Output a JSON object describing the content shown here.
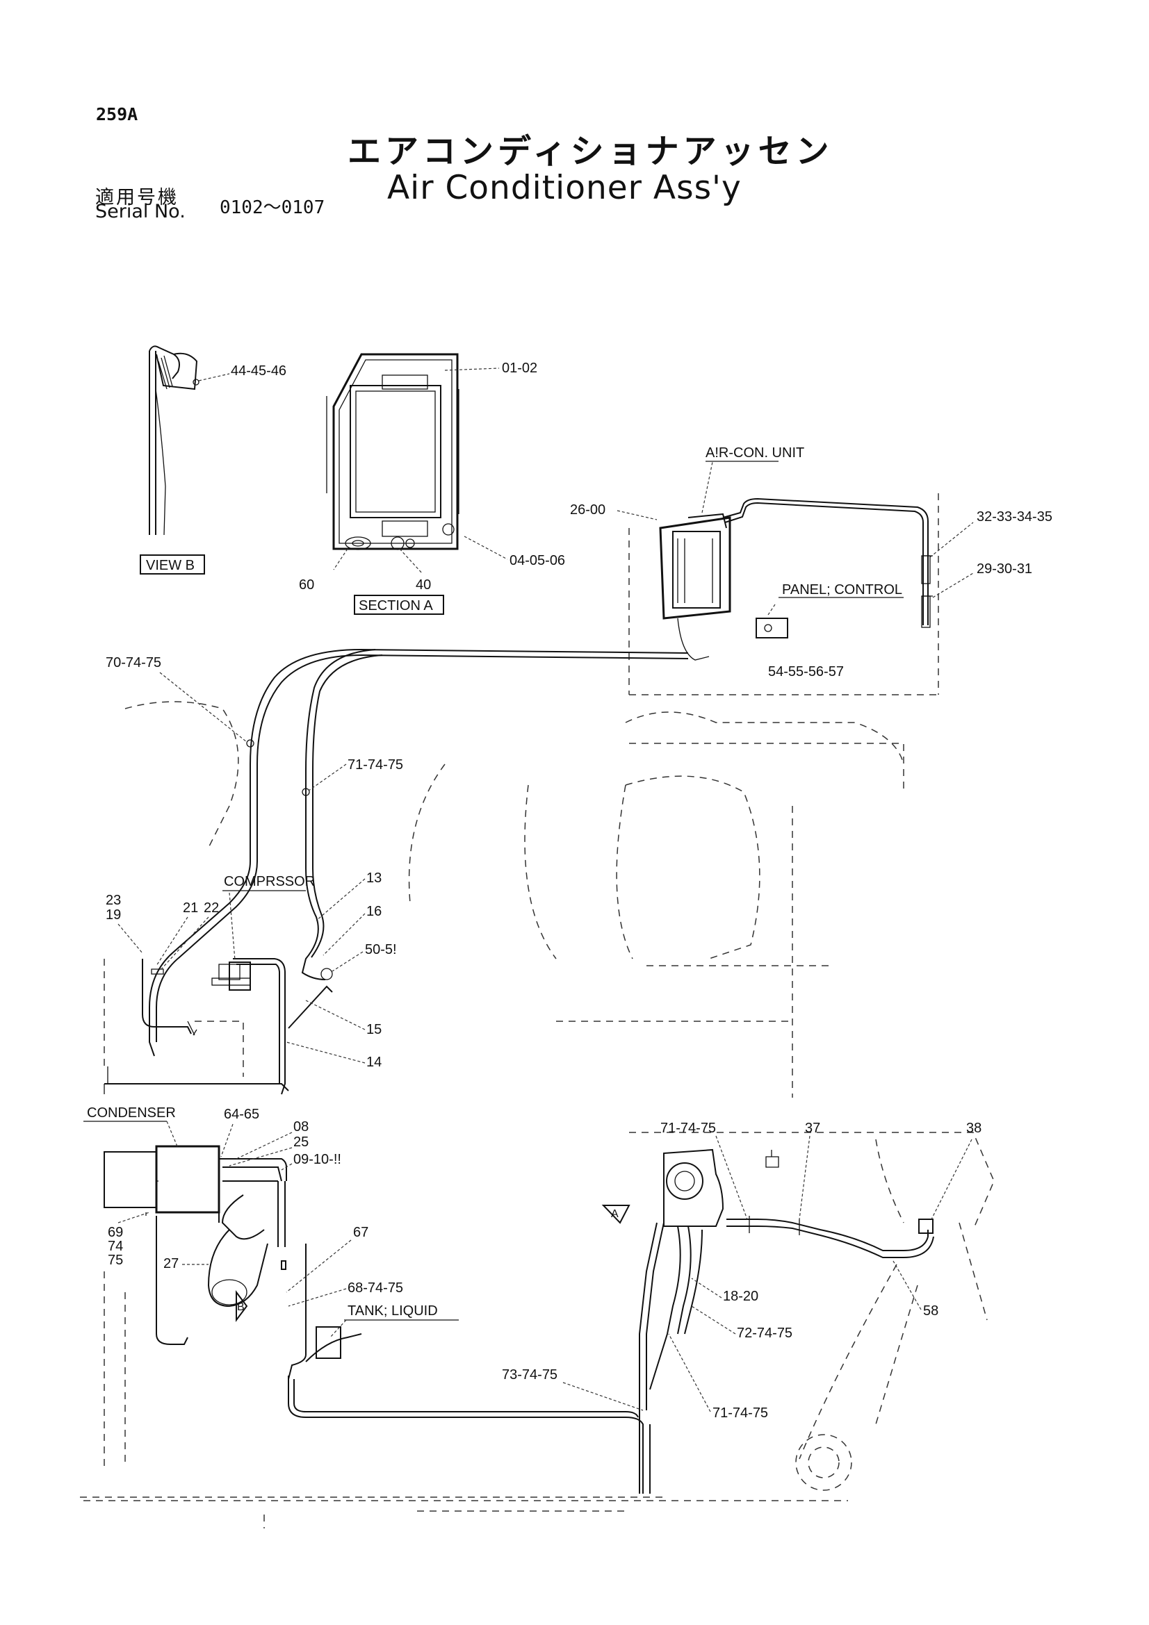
{
  "header": {
    "page_number": "259A",
    "title_jp": "エアコンディショナアッセン",
    "title_en": "Air Conditioner Ass'y",
    "serial_label_jp": "適用号機",
    "serial_label_en": "Serial No.",
    "serial_range": "0102～0107"
  },
  "views": {
    "view_b": "VIEW B",
    "section_a": "SECTION A"
  },
  "components": {
    "aircon_unit": "A!R-CON. UNIT",
    "panel_control": "PANEL; CONTROL",
    "compressor": "COMPRSSOR",
    "condenser": "CONDENSER",
    "tank_liquid": "TANK; LIQUID"
  },
  "markers": {
    "a": "A",
    "b": "B"
  },
  "callouts": {
    "c_44_45_46": "44-45-46",
    "c_01_02": "01-02",
    "c_04_05_06": "04-05-06",
    "c_60": "60",
    "c_40": "40",
    "c_26_00": "26-00",
    "c_32_35": "32-33-34-35",
    "c_29_31": "29-30-31",
    "c_54_57": "54-55-56-57",
    "c_70_74_75": "70-74-75",
    "c_71_74_75_top": "71-74-75",
    "c_13": "13",
    "c_16": "16",
    "c_50_51": "50-5!",
    "c_15": "15",
    "c_14": "14",
    "c_23": "23",
    "c_19": "19",
    "c_21": "21",
    "c_22": "22",
    "c_64_65": "64-65",
    "c_08": "08",
    "c_25": "25",
    "c_09_11": "09-10-!!",
    "c_69": "69",
    "c_74": "74",
    "c_75": "75",
    "c_27": "27",
    "c_67": "67",
    "c_68_74_75": "68-74-75",
    "c_71_74_75_right": "71-74-75",
    "c_37": "37",
    "c_38": "38",
    "c_18_20": "18-20",
    "c_72_74_75": "72-74-75",
    "c_58": "58",
    "c_73_74_75": "73-74-75",
    "c_71_74_75_bottom": "71-74-75"
  }
}
